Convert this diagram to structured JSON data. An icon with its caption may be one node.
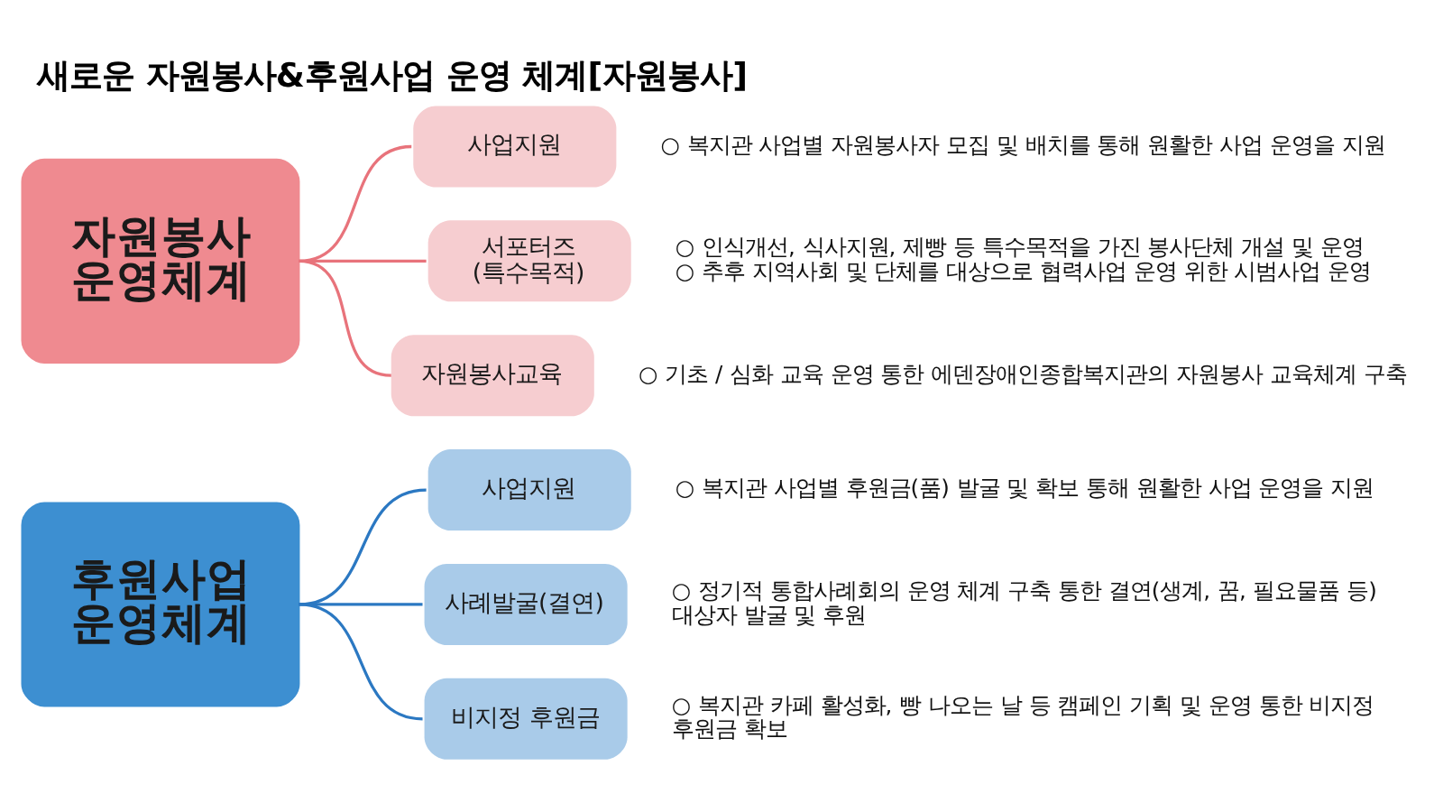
{
  "diagram": {
    "title": "새로운 자원봉사&후원사업 운영 체계[자원봉사]",
    "nodes": [
      {
        "text": [
          "자원봉사 운영체계"
        ]
      },
      {
        "text": [
          "사업지원"
        ],
        "beside": [
          "○ 복지관 사업별 자원봉사자 모집 및 배치를 통해 원활한 사업 운영을 지원"
        ]
      },
      {
        "text": [
          "서포터즈 (특수목적)"
        ],
        "beside": [
          "○ 인식개선, 식사지원, 제빵 등 특수목적을 가진 봉사단체 개설 및 운영",
          "○ 추후 지역사회 및 단체를 대상으로 협력사업 운영 위한 시범사업 운영"
        ]
      },
      {
        "text": [
          "자원봉사교육"
        ],
        "beside": [
          "○ 기초 / 심화 교육 운영 통한 에덴장애인종합복지관의 자원봉사 교육체계 구축"
        ]
      },
      {
        "text": [
          "후원사업 운영체계"
        ]
      },
      {
        "text": [
          "사업지원"
        ],
        "beside": [
          "○ 복지관 사업별 후원금(품) 발굴 및 확보 통해 원활한 사업 운영을 지원"
        ]
      },
      {
        "text": [
          "사례발굴(결연)"
        ],
        "beside": [
          "○ 정기적 통합사례회의 운영 체계 구축 통한 결연(생계, 꿈, 필요물품 등) 대상자 발굴 및 후원"
        ]
      },
      {
        "text": [
          "비지정 후원금"
        ],
        "beside": [
          "○ 복지관 카페 활성화, 빵 나오는 날 등 캠페인 기획 및 운영 통한 비지정 후원금 확보"
        ]
      }
    ],
    "edges": [
      {
        "from": 0,
        "to": 1,
        "arrow": "none",
        "color": "#e8737b"
      },
      {
        "from": 0,
        "to": 2,
        "arrow": "none",
        "color": "#e8737b"
      },
      {
        "from": 0,
        "to": 3,
        "arrow": "none",
        "color": "#e8737b"
      },
      {
        "from": 4,
        "to": 5,
        "arrow": "none",
        "color": "#2b78c2"
      },
      {
        "from": 4,
        "to": 6,
        "arrow": "none",
        "color": "#2b78c2"
      },
      {
        "from": 4,
        "to": 7,
        "arrow": "none",
        "color": "#2b78c2"
      }
    ]
  }
}
